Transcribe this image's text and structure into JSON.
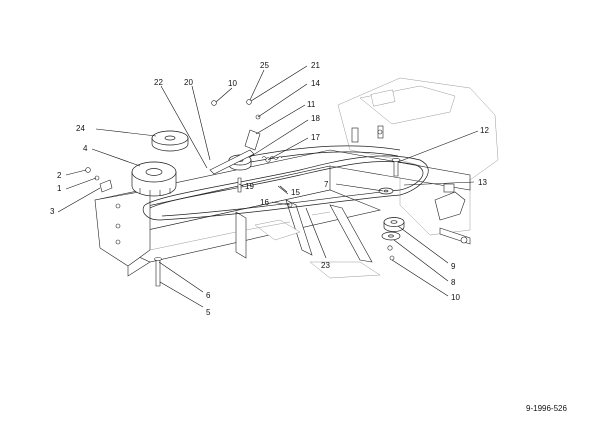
{
  "diagram": {
    "document_number": "9-1996-526",
    "callouts": [
      {
        "id": "c1",
        "label": "1"
      },
      {
        "id": "c2",
        "label": "2"
      },
      {
        "id": "c3",
        "label": "3"
      },
      {
        "id": "c4",
        "label": "4"
      },
      {
        "id": "c5",
        "label": "5"
      },
      {
        "id": "c6",
        "label": "6"
      },
      {
        "id": "c7",
        "label": "7"
      },
      {
        "id": "c8",
        "label": "8"
      },
      {
        "id": "c9",
        "label": "9"
      },
      {
        "id": "c10a",
        "label": "10"
      },
      {
        "id": "c10b",
        "label": "10"
      },
      {
        "id": "c11",
        "label": "11"
      },
      {
        "id": "c12",
        "label": "12"
      },
      {
        "id": "c13",
        "label": "13"
      },
      {
        "id": "c14",
        "label": "14"
      },
      {
        "id": "c15",
        "label": "15"
      },
      {
        "id": "c16",
        "label": "16"
      },
      {
        "id": "c17",
        "label": "17"
      },
      {
        "id": "c18",
        "label": "18"
      },
      {
        "id": "c19",
        "label": "19"
      },
      {
        "id": "c20",
        "label": "20"
      },
      {
        "id": "c21",
        "label": "21"
      },
      {
        "id": "c22",
        "label": "22"
      },
      {
        "id": "c23",
        "label": "23"
      },
      {
        "id": "c24",
        "label": "24"
      },
      {
        "id": "c25",
        "label": "25"
      }
    ]
  }
}
